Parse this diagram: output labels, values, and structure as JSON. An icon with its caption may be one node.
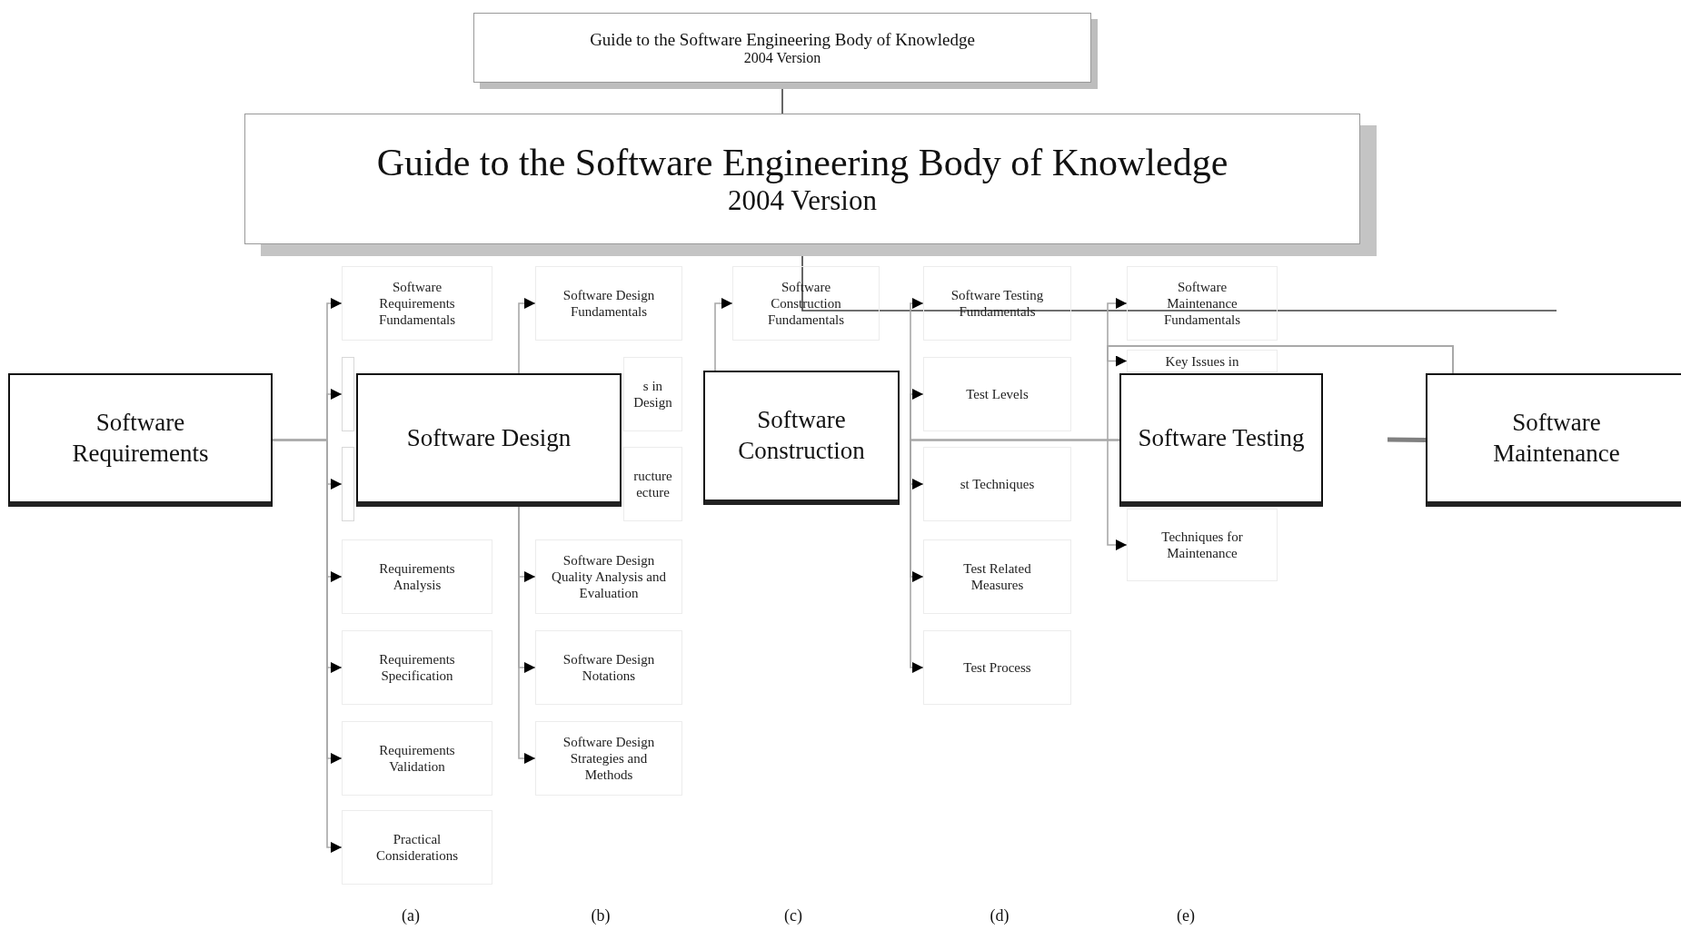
{
  "diagram": {
    "nodes": [
      {
        "text": [
          "Guide to the Software Engineering Body of Knowledge",
          "2004 Version"
        ]
      },
      {
        "text": [
          "Guide to the Software Engineering Body of Knowledge",
          "2004 Version"
        ]
      },
      {
        "text": [
          "Software Requirements"
        ]
      },
      {
        "text": [
          "Software Design"
        ]
      },
      {
        "text": [
          "Software Construction"
        ]
      },
      {
        "text": [
          "Software Testing"
        ]
      },
      {
        "text": [
          "Software Maintenance"
        ]
      },
      {
        "text": [
          "Software Requirements Fundamentals"
        ]
      },
      {
        "text": [],
        "shape": "box"
      },
      {
        "text": [],
        "shape": "box"
      },
      {
        "text": [
          "Requirements Analysis"
        ]
      },
      {
        "text": [
          "Requirements Specification"
        ]
      },
      {
        "text": [
          "Requirements Validation"
        ]
      },
      {
        "text": [
          "Practical Considerations"
        ]
      },
      {
        "text": [
          "Software Design Fundamentals"
        ]
      },
      {
        "text": [
          "s in Design"
        ]
      },
      {
        "text": [
          "ructure ecture"
        ]
      },
      {
        "text": [
          "Software Design Quality Analysis and Evaluation"
        ]
      },
      {
        "text": [
          "Software Design Notations"
        ]
      },
      {
        "text": [
          "Software Design Strategies and Methods"
        ]
      },
      {
        "text": [
          "Software Construction Fundamentals"
        ]
      },
      {
        "text": [
          "Software Testing Fundamentals"
        ]
      },
      {
        "text": [
          "Test Levels"
        ]
      },
      {
        "text": [
          "st Techniques"
        ]
      },
      {
        "text": [
          "Test Related Measures"
        ]
      },
      {
        "text": [
          "Test Process"
        ]
      },
      {
        "text": [
          "Software Maintenance Fundamentals"
        ]
      },
      {
        "text": [
          "Key Issues in"
        ]
      },
      {
        "text": [
          "Techniques for Maintenance"
        ]
      }
    ],
    "edges": [
      {
        "from": 0,
        "to": 1,
        "arrow": "none",
        "color": "#404040"
      },
      {
        "from": 1,
        "to": null,
        "arrow": "none",
        "color": "#404040"
      },
      {
        "from": null,
        "to": 6,
        "arrow": "none",
        "style": "thick",
        "color": "#808080"
      },
      {
        "from": 2,
        "to": 7,
        "arrow": "to"
      },
      {
        "from": 2,
        "to": 8,
        "arrow": "to"
      },
      {
        "from": 2,
        "to": 9,
        "arrow": "to"
      },
      {
        "from": 2,
        "to": 10,
        "arrow": "to"
      },
      {
        "from": 2,
        "to": 11,
        "arrow": "to"
      },
      {
        "from": 2,
        "to": 12,
        "arrow": "to"
      },
      {
        "from": 2,
        "to": 13,
        "arrow": "to"
      },
      {
        "from": 3,
        "to": 14,
        "arrow": "to"
      },
      {
        "from": 3,
        "to": 17,
        "arrow": "to"
      },
      {
        "from": 3,
        "to": 18,
        "arrow": "to"
      },
      {
        "from": 3,
        "to": 19,
        "arrow": "to"
      },
      {
        "from": 4,
        "to": 20,
        "arrow": "to"
      },
      {
        "from": 5,
        "to": 21,
        "arrow": "to"
      },
      {
        "from": 5,
        "to": 22,
        "arrow": "to"
      },
      {
        "from": 5,
        "to": 23,
        "arrow": "to"
      },
      {
        "from": 5,
        "to": 24,
        "arrow": "to"
      },
      {
        "from": 5,
        "to": 25,
        "arrow": "to"
      },
      {
        "from": 6,
        "to": 26,
        "arrow": "to"
      },
      {
        "from": 6,
        "to": 27,
        "arrow": "to"
      },
      {
        "from": 6,
        "to": 28,
        "arrow": "to"
      }
    ],
    "labels": [
      "(a)",
      "(b)",
      "(c)",
      "(d)",
      "(e)"
    ]
  }
}
